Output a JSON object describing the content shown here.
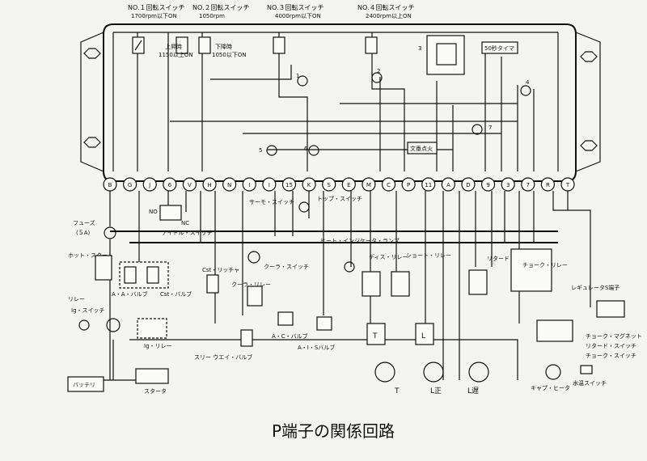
{
  "title": "P端子の関係回路",
  "switches": [
    {
      "name": "NO.１回転スイッチ",
      "cond": "1700rpm以下ON"
    },
    {
      "name": "NO.２回転スイッチ",
      "cond": "1050rpm"
    },
    {
      "name": "NO.３回転スイッチ",
      "cond": "4000rpm以下ON"
    },
    {
      "name": "NO.４回転スイッチ",
      "cond": "2400rpm以上ON"
    }
  ],
  "rise_label": "上昇時",
  "rise_cond": "1150以上ON",
  "fall_label": "下降時",
  "fall_cond": "1050以下ON",
  "timer": "50秒タイマ",
  "bunpai": "文番点火",
  "terminals": [
    "B",
    "G",
    "J",
    "6",
    "V",
    "H",
    "N",
    "I",
    "I",
    "15",
    "K",
    "S",
    "E",
    "M",
    "C",
    "P",
    "11",
    "A",
    "D",
    "9",
    "3",
    "7",
    "R",
    "T"
  ],
  "labels": {
    "fuse": "フューズ",
    "fuse_rating": "(５A)",
    "hot_start": "ホット・スタート",
    "relay": "リレー",
    "ig_switch": "Ig・スイッチ",
    "ig_relay": "Ig・リレー",
    "battery": "バッテリ",
    "starter": "スタータ",
    "no": "NO",
    "nc": "NC",
    "idle_switch": "アイドル・スイッチ",
    "aa_valve": "A・A・バルブ",
    "cst_valve": "Cst・バルブ",
    "cst_richer": "Cst・リッチャ",
    "cooler_switch": "クーラ・スイッチ",
    "cooler_relay": "クーラ・リレー",
    "three_way": "スリー ウエイ・バルブ",
    "thermo": "サーモ・スイッチ",
    "top_switch": "トップ・スイッチ",
    "ac_valve": "A・C・バルブ",
    "ais_valve": "A・I・Sバルブ",
    "heat_ind": "ヒート・インジケータ・ランプ",
    "dis_relay": "ディス・リレー",
    "short_relay": "ショート・リレー",
    "retard_relay": "リタード・リレー",
    "choke_relay": "チョーク・リレー",
    "regulator": "レギュレータS端子",
    "choke_magnet": "チョーク・マグネット",
    "retard_switch": "リタード・スイッチ",
    "choke_switch": "チョーク・スイッチ",
    "water_switch": "水温スイッチ",
    "cap_heater": "キャプ・ヒータ",
    "t_coil": "T",
    "l_coil": "L",
    "t_mark": "T",
    "l_sei": "L正",
    "l_chi": "L遅",
    "n1": "1",
    "n2": "2",
    "n3": "3",
    "n4": "4",
    "n5": "5",
    "n6": "6",
    "n7": "7"
  }
}
